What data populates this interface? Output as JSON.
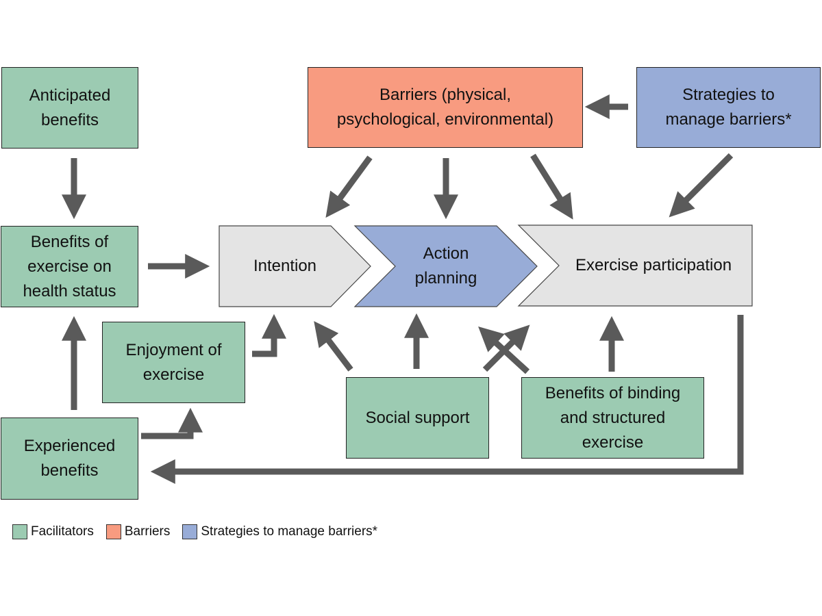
{
  "colors": {
    "facilitator": "#9ccbb2",
    "barrier": "#f89b80",
    "strategy": "#98acd7",
    "neutral": "#e4e4e4",
    "arrow": "#5a5a5a"
  },
  "boxes": {
    "anticipated_benefits": "Anticipated\nbenefits",
    "benefits_health_status": "Benefits of\nexercise on\nhealth status",
    "enjoyment": "Enjoyment of\nexercise",
    "experienced_benefits": "Experienced\nbenefits",
    "barriers": "Barriers (physical,\npsychological, environmental)",
    "strategies": "Strategies to\nmanage barriers*",
    "social_support": "Social support",
    "binding_structured": "Benefits of binding\nand structured\nexercise"
  },
  "process": {
    "intention": "Intention",
    "action_planning": "Action\nplanning",
    "exercise_participation": "Exercise participation"
  },
  "legend": [
    {
      "label": "Facilitators",
      "color": "#9ccbb2"
    },
    {
      "label": "Barriers",
      "color": "#f89b80"
    },
    {
      "label": "Strategies to manage barriers*",
      "color": "#98acd7"
    }
  ]
}
